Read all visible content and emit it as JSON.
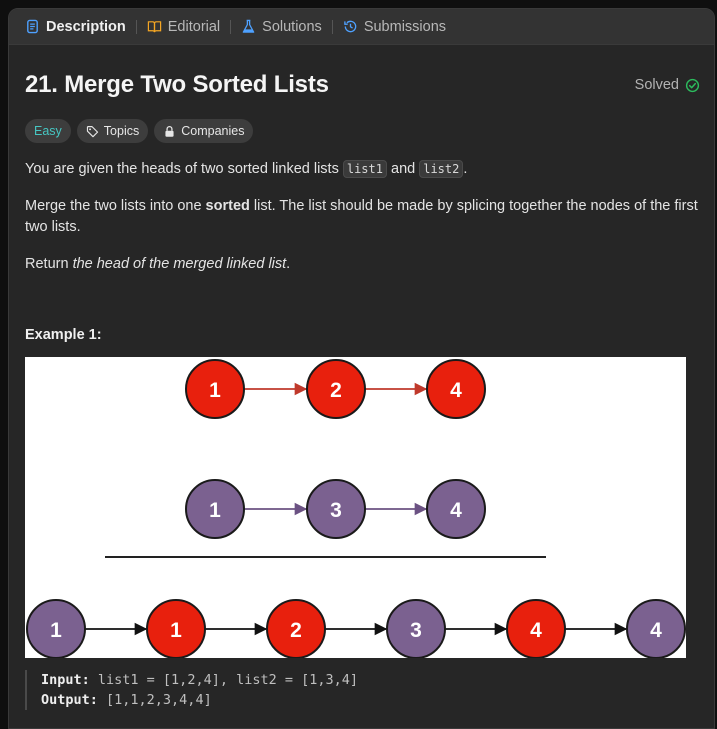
{
  "tabs": [
    {
      "label": "Description",
      "icon": "document-icon",
      "active": true
    },
    {
      "label": "Editorial",
      "icon": "book-icon",
      "active": false
    },
    {
      "label": "Solutions",
      "icon": "flask-icon",
      "active": false
    },
    {
      "label": "Submissions",
      "icon": "history-icon",
      "active": false
    }
  ],
  "problem": {
    "title": "21. Merge Two Sorted Lists",
    "status": "Solved",
    "difficulty": "Easy",
    "topics_label": "Topics",
    "companies_label": "Companies"
  },
  "description": {
    "p1_before": "You are given the heads of two sorted linked lists ",
    "p1_code1": "list1",
    "p1_and": " and ",
    "p1_code2": "list2",
    "p1_end": ".",
    "p2_before": "Merge the two lists into one ",
    "p2_bold": "sorted",
    "p2_after": " list. The list should be made by splicing together the nodes of the first two lists.",
    "p3_before": "Return ",
    "p3_italic": "the head of the merged linked list",
    "p3_end": "."
  },
  "example": {
    "heading": "Example 1:",
    "input_label": "Input:",
    "input_value": " list1 = [1,2,4], list2 = [1,3,4]",
    "output_label": "Output:",
    "output_value": " [1,1,2,3,4,4]"
  },
  "diagram": {
    "list1": [
      "1",
      "2",
      "4"
    ],
    "list2": [
      "1",
      "3",
      "4"
    ],
    "merged": [
      {
        "label": "1",
        "source": "list2"
      },
      {
        "label": "1",
        "source": "list1"
      },
      {
        "label": "2",
        "source": "list1"
      },
      {
        "label": "3",
        "source": "list2"
      },
      {
        "label": "4",
        "source": "list1"
      },
      {
        "label": "4",
        "source": "list2"
      }
    ],
    "colors": {
      "list1": "#e8200d",
      "list2": "#7b6190",
      "arrow1": "#c0392b",
      "arrow2": "#6b5283",
      "arrowMerged": "#111111"
    }
  },
  "colors": {
    "accent_easy": "#46c6c2",
    "solved_check": "#2cbb5d",
    "tab_doc_icon": "#4ea1ff",
    "tab_book_icon": "#f5a623",
    "tab_flask_icon": "#4ea1ff",
    "tab_history_icon": "#4ea1ff"
  }
}
